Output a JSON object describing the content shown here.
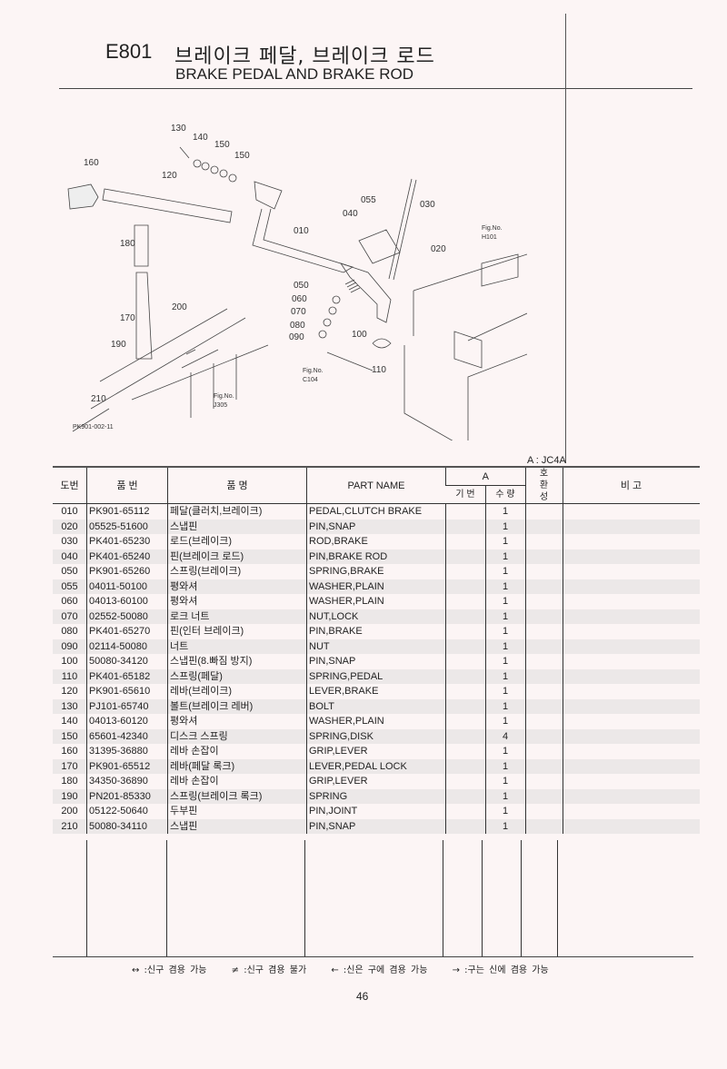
{
  "header": {
    "code": "E801",
    "title_ko": "브레이크 페달, 브레이크 로드",
    "title_en": "BRAKE PEDAL AND BRAKE ROD"
  },
  "diagram": {
    "callouts": [
      "130",
      "140",
      "150",
      "150",
      "160",
      "120",
      "180",
      "170",
      "200",
      "190",
      "210",
      "010",
      "055",
      "030",
      "040",
      "020",
      "050",
      "060",
      "070",
      "080",
      "090",
      "100",
      "110"
    ],
    "fig_label": "Fig.No.",
    "fig_refs": [
      "H101",
      "C104",
      "J305"
    ],
    "drawing_no": "PK901-002-11"
  },
  "model_note": "A : JC4A",
  "table": {
    "headers": {
      "ref": "도번",
      "part_no": "품  번",
      "name_ko": "품          명",
      "part_name": "PART NAME",
      "group": "A",
      "model": "기 번",
      "qty": "수 량",
      "interchange": "호\n환\n성",
      "remarks": "비      고"
    },
    "rows": [
      {
        "ref": "010",
        "part_no": "PK901-65112",
        "name_ko": "페달(클러치,브레이크)",
        "part_name": "PEDAL,CLUTCH BRAKE",
        "qty": "1"
      },
      {
        "ref": "020",
        "part_no": "05525-51600",
        "name_ko": "스냅핀",
        "part_name": "PIN,SNAP",
        "qty": "1"
      },
      {
        "ref": "030",
        "part_no": "PK401-65230",
        "name_ko": "로드(브레이크)",
        "part_name": "ROD,BRAKE",
        "qty": "1"
      },
      {
        "ref": "040",
        "part_no": "PK401-65240",
        "name_ko": "핀(브레이크 로드)",
        "part_name": "PIN,BRAKE ROD",
        "qty": "1"
      },
      {
        "ref": "050",
        "part_no": "PK901-65260",
        "name_ko": "스프링(브레이크)",
        "part_name": "SPRING,BRAKE",
        "qty": "1"
      },
      {
        "ref": "055",
        "part_no": "04011-50100",
        "name_ko": "평와셔",
        "part_name": "WASHER,PLAIN",
        "qty": "1"
      },
      {
        "ref": "060",
        "part_no": "04013-60100",
        "name_ko": "평와셔",
        "part_name": "WASHER,PLAIN",
        "qty": "1"
      },
      {
        "ref": "070",
        "part_no": "02552-50080",
        "name_ko": "로크 너트",
        "part_name": "NUT,LOCK",
        "qty": "1"
      },
      {
        "ref": "080",
        "part_no": "PK401-65270",
        "name_ko": "핀(인터 브레이크)",
        "part_name": "PIN,BRAKE",
        "qty": "1"
      },
      {
        "ref": "090",
        "part_no": "02114-50080",
        "name_ko": "너트",
        "part_name": "NUT",
        "qty": "1"
      },
      {
        "ref": "100",
        "part_no": "50080-34120",
        "name_ko": "스냅핀(8.빠짐 방지)",
        "part_name": "PIN,SNAP",
        "qty": "1"
      },
      {
        "ref": "110",
        "part_no": "PK401-65182",
        "name_ko": "스프링(페달)",
        "part_name": "SPRING,PEDAL",
        "qty": "1"
      },
      {
        "ref": "120",
        "part_no": "PK901-65610",
        "name_ko": "레바(브레이크)",
        "part_name": "LEVER,BRAKE",
        "qty": "1"
      },
      {
        "ref": "130",
        "part_no": "PJ101-65740",
        "name_ko": "볼트(브레이크 레버)",
        "part_name": "BOLT",
        "qty": "1"
      },
      {
        "ref": "140",
        "part_no": "04013-60120",
        "name_ko": "평와셔",
        "part_name": "WASHER,PLAIN",
        "qty": "1"
      },
      {
        "ref": "150",
        "part_no": "65601-42340",
        "name_ko": "디스크 스프링",
        "part_name": "SPRING,DISK",
        "qty": "4"
      },
      {
        "ref": "160",
        "part_no": "31395-36880",
        "name_ko": "레바 손잡이",
        "part_name": "GRIP,LEVER",
        "qty": "1"
      },
      {
        "ref": "170",
        "part_no": "PK901-65512",
        "name_ko": "레바(페달 록크)",
        "part_name": "LEVER,PEDAL LOCK",
        "qty": "1"
      },
      {
        "ref": "180",
        "part_no": "34350-36890",
        "name_ko": "레바 손잡이",
        "part_name": "GRIP,LEVER",
        "qty": "1"
      },
      {
        "ref": "190",
        "part_no": "PN201-85330",
        "name_ko": "스프링(브레이크 록크)",
        "part_name": "SPRING",
        "qty": "1"
      },
      {
        "ref": "200",
        "part_no": "05122-50640",
        "name_ko": "두부핀",
        "part_name": "PIN,JOINT",
        "qty": "1"
      },
      {
        "ref": "210",
        "part_no": "50080-34110",
        "name_ko": "스냅핀",
        "part_name": "PIN,SNAP",
        "qty": "1"
      }
    ]
  },
  "legend": [
    "↔ :신구 겸용 가능",
    "≠ :신구 겸용 불가",
    "← :신은 구에 겸용 가능",
    "→ :구는 신에 겸용 가능"
  ],
  "page_number": "46"
}
